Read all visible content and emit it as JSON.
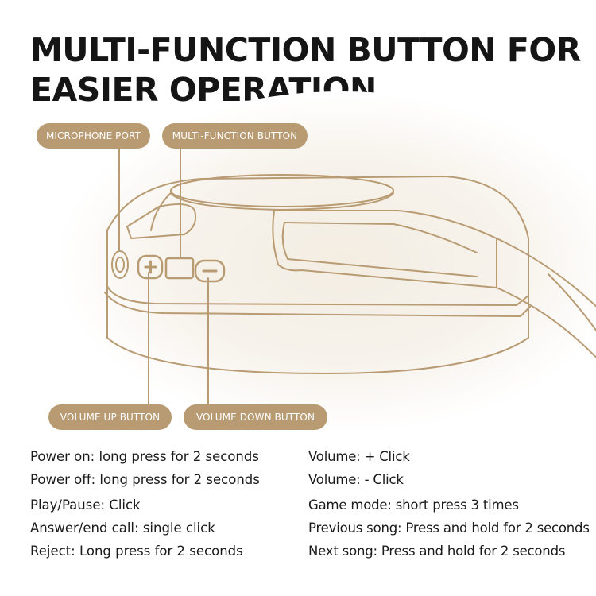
{
  "title": {
    "line1": "MULTI-FUNCTION BUTTON FOR",
    "line2": "EASIER OPERATION"
  },
  "labels": {
    "microphone_port": "MICROPHONE PORT",
    "multi_function_button": "MULTI-FUNCTION BUTTON",
    "volume_up_button": "VOLUME UP BUTTON",
    "volume_down_button": "VOLUME DOWN BUTTON"
  },
  "button_glyphs": {
    "plus": "+",
    "minus": "−"
  },
  "instructions_left": [
    "Power on: long press for 2 seconds",
    "Power off: long press for 2 seconds",
    "Play/Pause: Click",
    "Answer/end call: single click",
    "Reject: Long press for 2 seconds"
  ],
  "instructions_right": [
    "Volume: + Click",
    "Volume: - Click",
    "Game mode: short press 3 times",
    "Previous song: Press and hold for 2 seconds",
    "Next song: Press and hold for 2 seconds"
  ],
  "colors": {
    "accent": "#b89b72",
    "background_glow": "#f3ede2",
    "text": "#1a1a1a"
  }
}
